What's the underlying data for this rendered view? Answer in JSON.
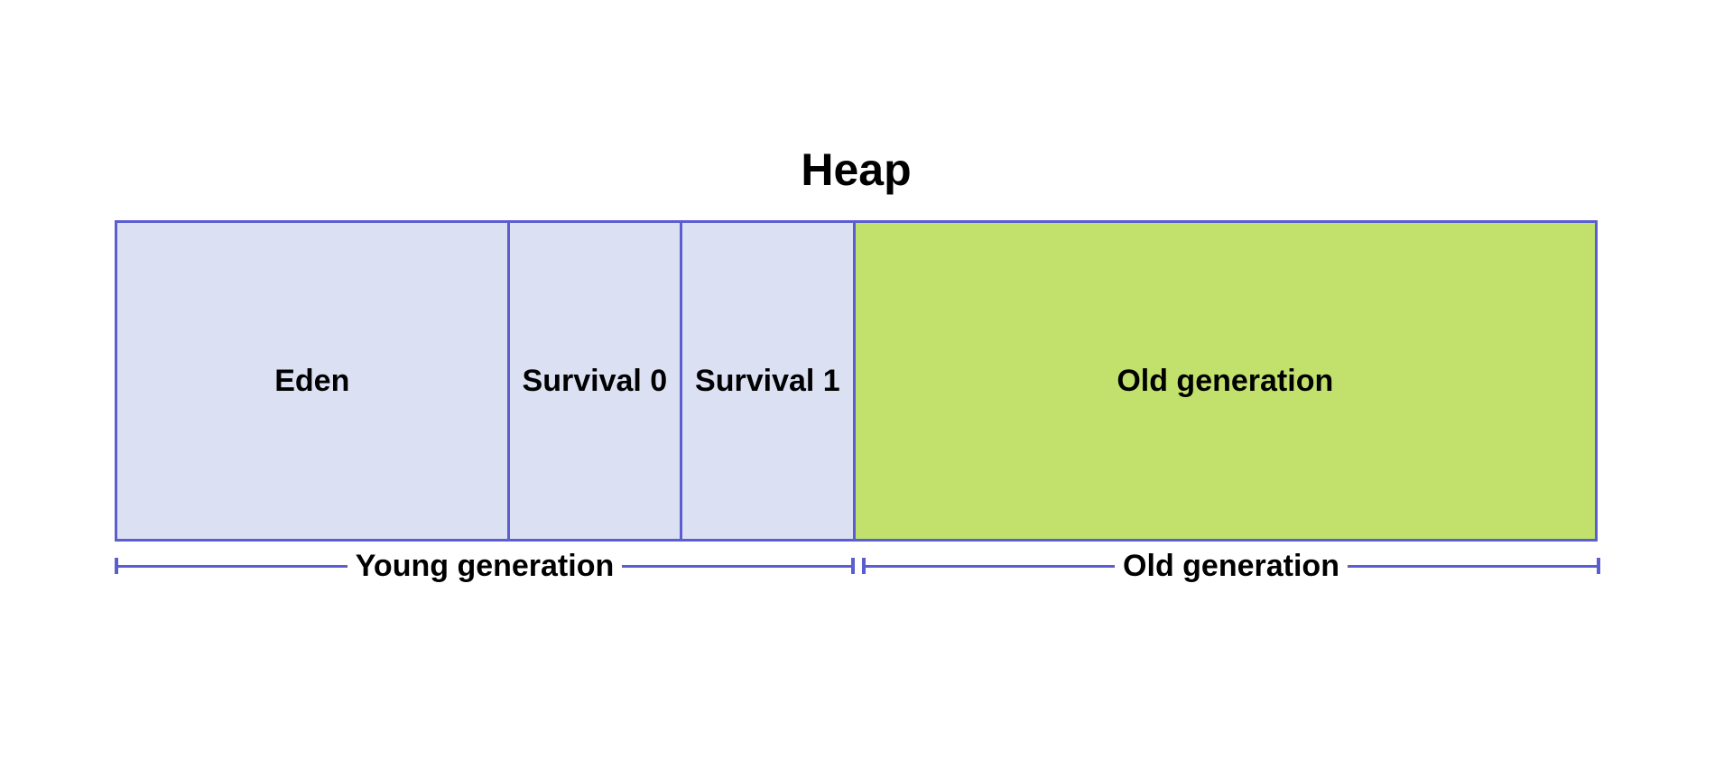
{
  "diagram": {
    "title": "Heap",
    "sections": [
      {
        "id": "eden",
        "label": "Eden",
        "group": "young",
        "fill": "#dbe0f3"
      },
      {
        "id": "survival-0",
        "label": "Survival 0",
        "group": "young",
        "fill": "#dbe0f3"
      },
      {
        "id": "survival-1",
        "label": "Survival 1",
        "group": "young",
        "fill": "#dbe0f3"
      },
      {
        "id": "old-generation",
        "label": "Old generation",
        "group": "old",
        "fill": "#c2e16c"
      }
    ],
    "brackets": [
      {
        "id": "young-generation",
        "label": "Young generation",
        "spans": [
          "eden",
          "survival-0",
          "survival-1"
        ]
      },
      {
        "id": "old-generation",
        "label": "Old generation",
        "spans": [
          "old-generation"
        ]
      }
    ],
    "colors": {
      "outline_and_lines": "#5b5ed0",
      "young_generation_fill": "#dbe0f3",
      "old_generation_fill": "#c2e16c",
      "text": "#000000",
      "background": "#ffffff"
    }
  }
}
